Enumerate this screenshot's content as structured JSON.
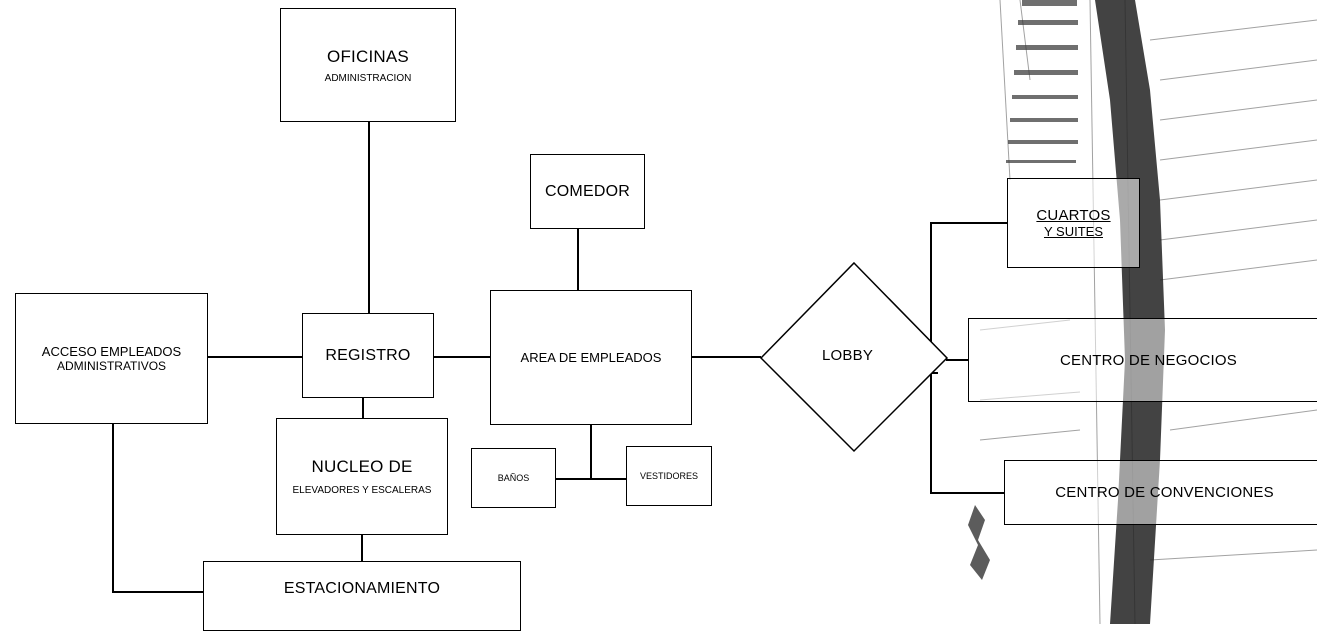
{
  "diagram": {
    "nodes": {
      "oficinas": {
        "title": "OFICINAS",
        "subtitle": "ADMINISTRACION"
      },
      "comedor": {
        "title": "COMEDOR"
      },
      "acceso": {
        "line1": "ACCESO EMPLEADOS",
        "line2": "ADMINISTRATIVOS"
      },
      "registro": {
        "title": "REGISTRO"
      },
      "area_empleados": {
        "title": "AREA DE EMPLEADOS"
      },
      "lobby": {
        "title": "LOBBY"
      },
      "nucleo": {
        "title": "NUCLEO DE",
        "subtitle": "ELEVADORES Y ESCALERAS"
      },
      "banos": {
        "title": "BAÑOS"
      },
      "vestidores": {
        "title": "VESTIDORES"
      },
      "estacionamiento": {
        "title": "ESTACIONAMIENTO"
      },
      "cuartos": {
        "line1": "CUARTOS",
        "line2": "Y SUITES"
      },
      "centro_negocios": {
        "title": "CENTRO DE NEGOCIOS"
      },
      "centro_convenciones": {
        "title": "CENTRO DE CONVENCIONES"
      }
    },
    "connections": [
      [
        "oficinas",
        "registro"
      ],
      [
        "acceso",
        "registro"
      ],
      [
        "registro",
        "area_empleados"
      ],
      [
        "registro",
        "nucleo"
      ],
      [
        "comedor",
        "area_empleados"
      ],
      [
        "area_empleados",
        "lobby"
      ],
      [
        "area_empleados",
        "banos"
      ],
      [
        "area_empleados",
        "vestidores"
      ],
      [
        "nucleo",
        "estacionamiento"
      ],
      [
        "acceso",
        "estacionamiento"
      ],
      [
        "lobby",
        "cuartos"
      ],
      [
        "lobby",
        "centro_negocios"
      ],
      [
        "lobby",
        "centro_convenciones"
      ]
    ]
  }
}
